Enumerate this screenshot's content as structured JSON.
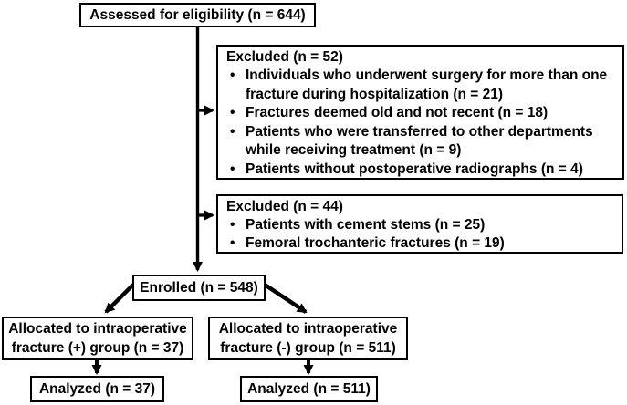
{
  "colors": {
    "background": "#ffffff",
    "line": "#000000",
    "box_border": "#000000",
    "text": "#000000"
  },
  "flow": {
    "assessed": {
      "label": "Assessed for eligibility (n = 644)"
    },
    "excluded1": {
      "title": "Excluded (n = 52)",
      "items": [
        "Individuals who underwent surgery for more than one fracture during hospitalization (n = 21)",
        "Fractures deemed old and not recent (n = 18)",
        "Patients who were transferred to other departments while receiving treatment (n = 9)",
        "Patients without postoperative radiographs (n = 4)"
      ]
    },
    "excluded2": {
      "title": "Excluded (n = 44)",
      "items": [
        "Patients with cement stems (n = 25)",
        "Femoral trochanteric fractures (n = 19)"
      ]
    },
    "enrolled": {
      "label": "Enrolled (n = 548)"
    },
    "allocated_plus": {
      "label": "Allocated to intraoperative fracture (+) group (n = 37)"
    },
    "allocated_minus": {
      "label": "Allocated to intraoperative fracture (-) group (n = 511)"
    },
    "analyzed_plus": {
      "label": "Analyzed (n = 37)"
    },
    "analyzed_minus": {
      "label": "Analyzed (n = 511)"
    }
  }
}
